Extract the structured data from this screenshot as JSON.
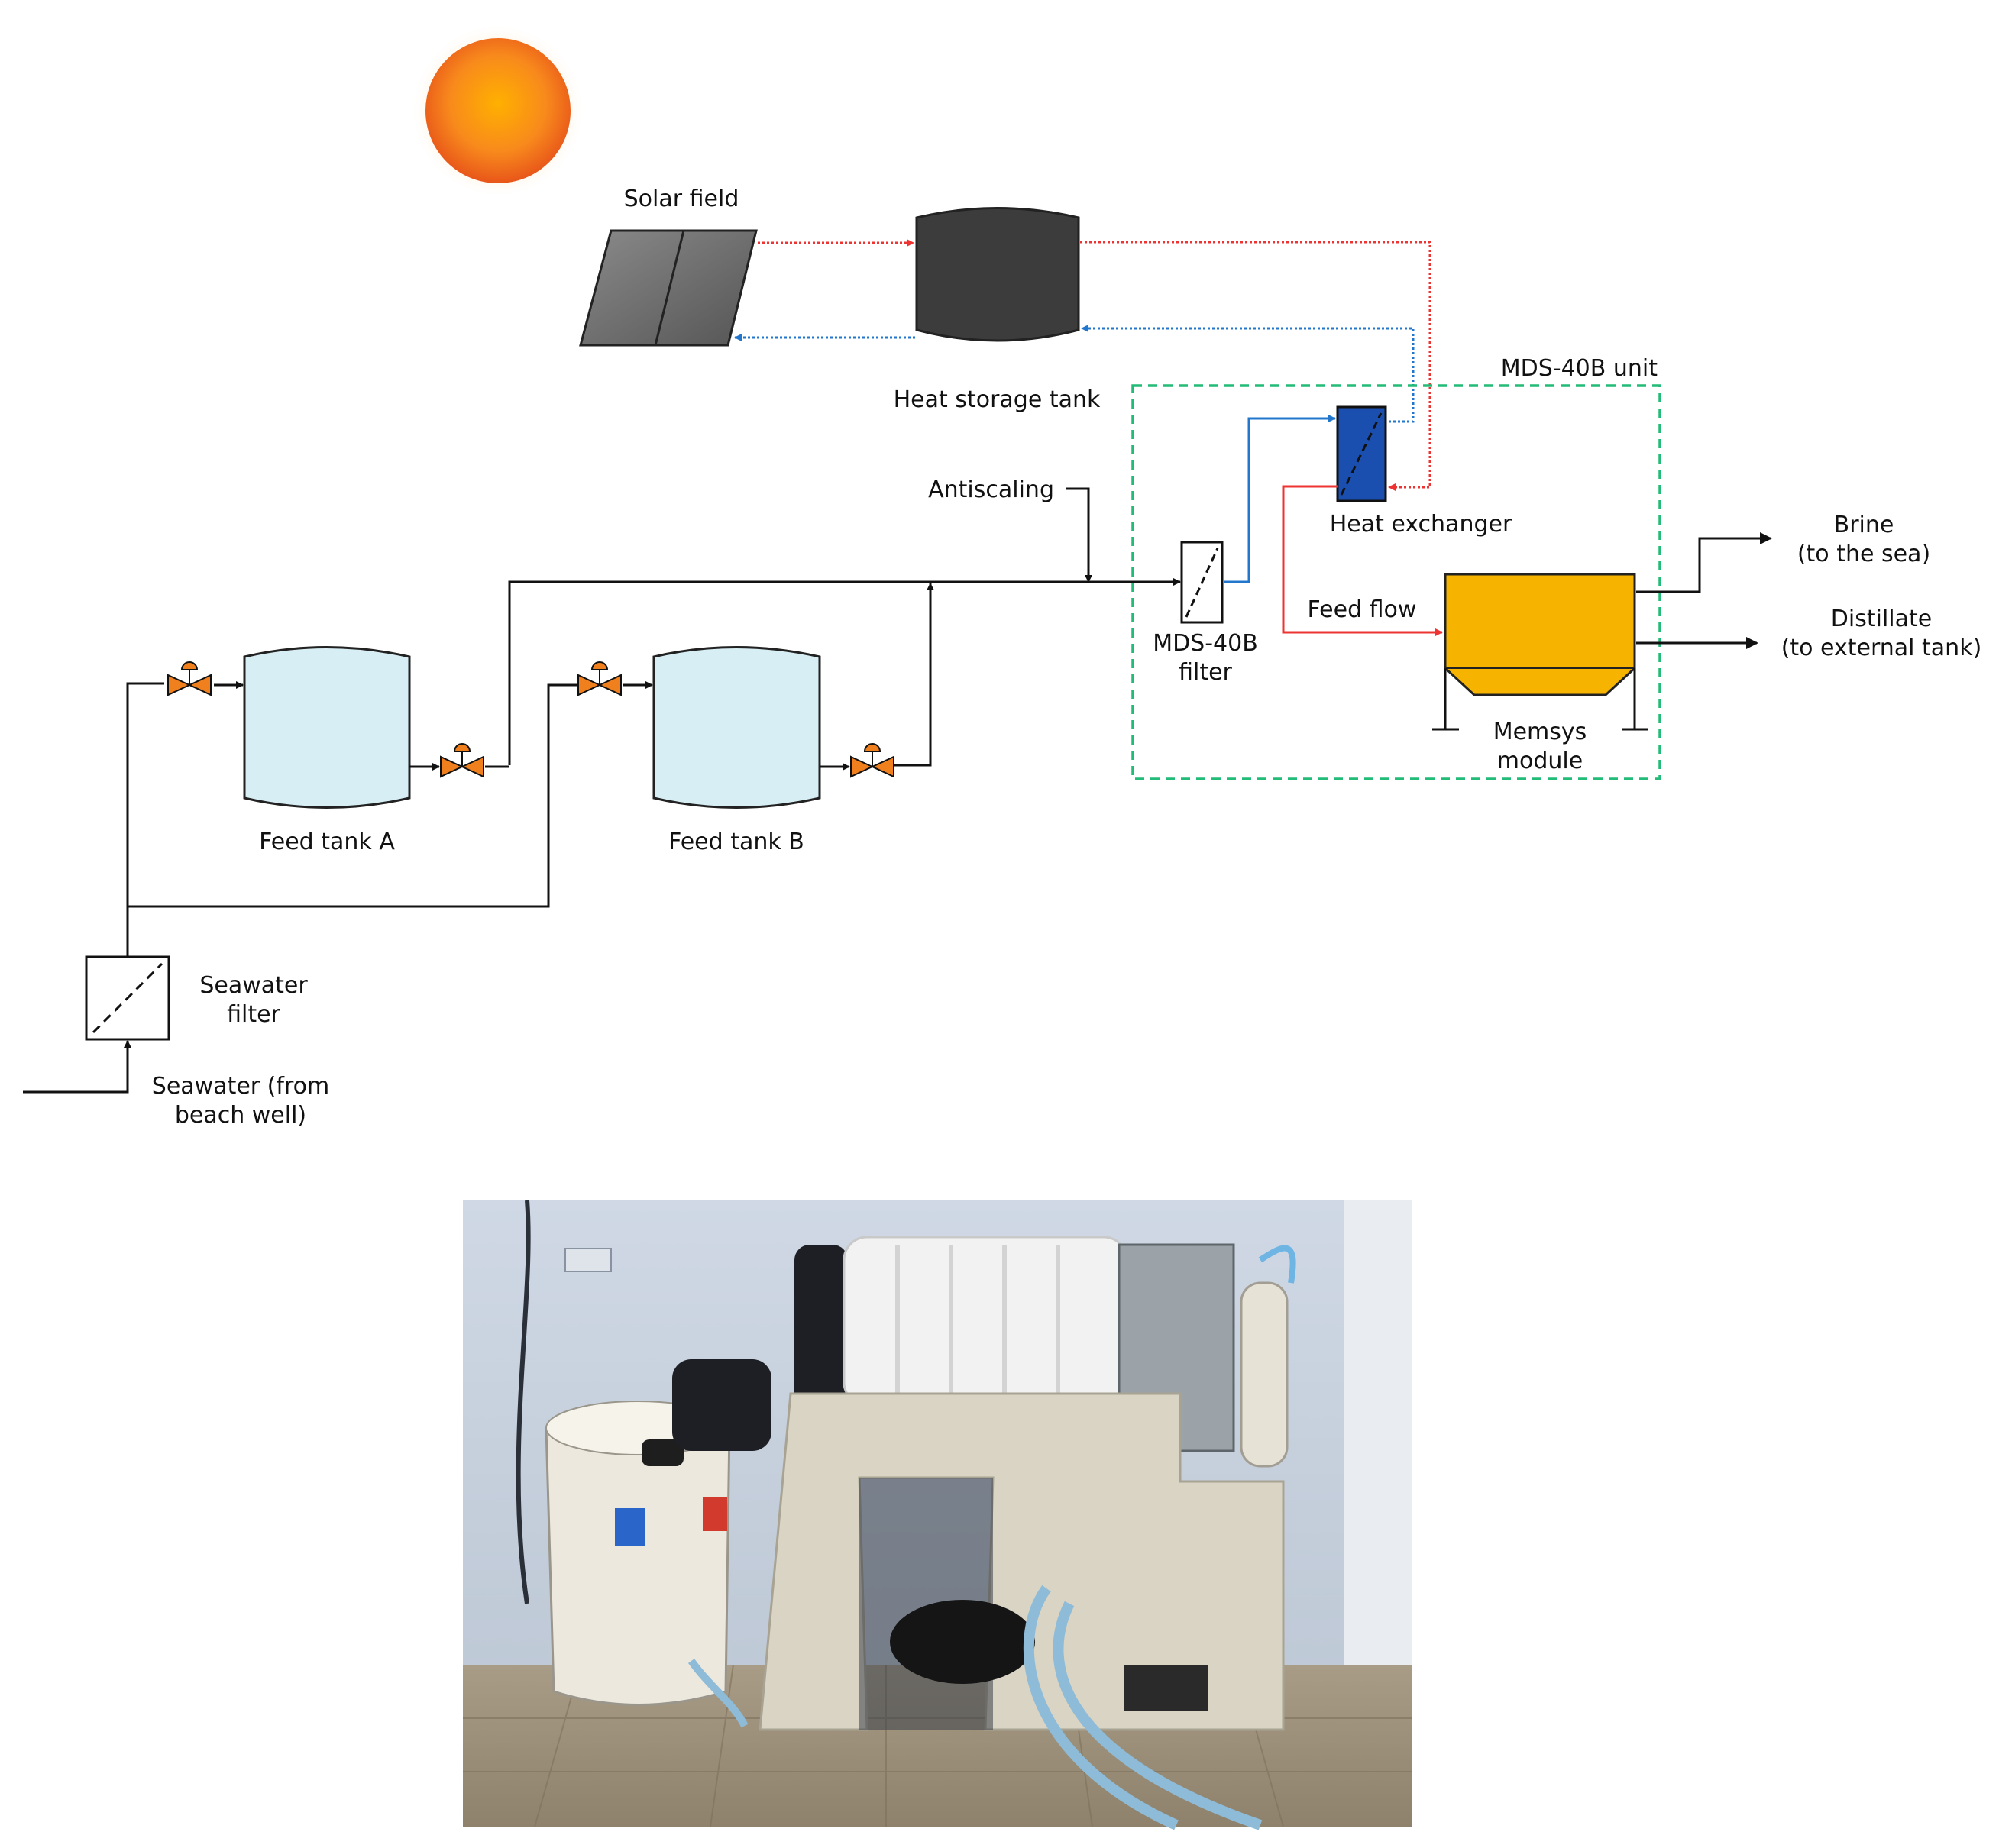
{
  "diagram": {
    "labels": {
      "solar_field": "Solar field",
      "heat_storage_tank": "Heat storage tank",
      "mds_unit": "MDS-40B unit",
      "heat_exchanger": "Heat exchanger",
      "antiscaling": "Antiscaling",
      "feed_flow": "Feed flow",
      "brine_1": "Brine",
      "brine_2": "(to the sea)",
      "distillate_1": "Distillate",
      "distillate_2": "(to external tank)",
      "mds_filter_1": "MDS-40B",
      "mds_filter_2": "filter",
      "memsys_1": "Memsys",
      "memsys_2": "module",
      "feed_tank_a": "Feed tank A",
      "feed_tank_b": "Feed tank B",
      "seawater_filter_1": "Seawater",
      "seawater_filter_2": "filter",
      "seawater_source_1": "Seawater (from",
      "seawater_source_2": "beach well)"
    },
    "colors": {
      "hot_line": "#ee3333",
      "cold_line": "#2277cc",
      "boundary": "#22bb77",
      "tank": "#d6eef4",
      "module": "#f6b400",
      "heat_exchanger": "#1a4fb0",
      "dark_tank": "#3c3c3c",
      "valve": "#f07f1e",
      "sun": "#f89a1c"
    }
  },
  "photo": {
    "icon": "lab-equipment-photo"
  }
}
